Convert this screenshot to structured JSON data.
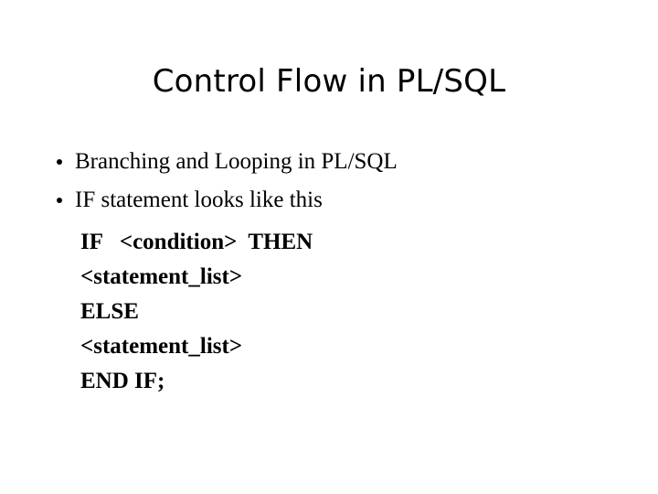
{
  "slide": {
    "title": "Control Flow in PL/SQL",
    "background_color": "#ffffff",
    "text_color": "#000000",
    "bullets": [
      {
        "marker": "bullet-dot",
        "text": "Branching and Looping in PL/SQL"
      },
      {
        "marker": "bullet-dot",
        "text": "IF statement looks like this"
      }
    ],
    "code_block": {
      "lines": [
        "IF   <condition>  THEN",
        "<statement_list>",
        "ELSE",
        "<statement_list>",
        "END IF;"
      ]
    }
  }
}
